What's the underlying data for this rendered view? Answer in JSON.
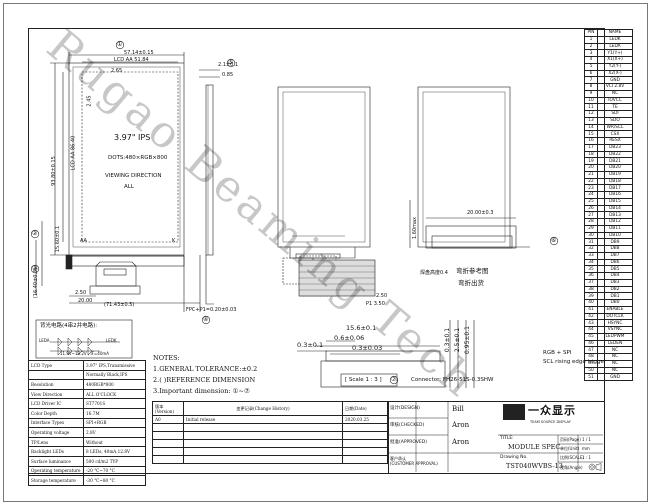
{
  "watermark": "Rugao Beaming Tech",
  "section_markers": {
    "m1": "①",
    "m2": "②",
    "m3": "③",
    "m4": "④",
    "m5": "⑤",
    "m6": "⑥",
    "m7": "⑦"
  },
  "front_view": {
    "dim_top_outer": "57.14±0.15",
    "dim_top_aa": "LCD AA 51.84",
    "dim_top_small": "2.65",
    "dim_left_height": "86.40",
    "dim_left_aa": "LCD AA 86.40",
    "dim_left_outer": "93.80±0.15",
    "dim_left_offset": "2.45",
    "dim_fpc_width": "15.60±0.1",
    "dim_fpc_total": "(16.40±0.3)",
    "dim_fpc_small": "2.50",
    "dim_fpc_pitch": "20.00",
    "dim_bottom_total": "(71.43±0.5)",
    "dim_fpc_pitch_total": "FPC+P1=0.20±0.03",
    "size_text": "3.97\" IPS",
    "resolution_text": "DOTS:480×RGB×800",
    "view_dir_1": "VIEWING DIRECTION",
    "view_dir_2": "ALL",
    "label_aa": "AA",
    "label_k": "K"
  },
  "side_view": {
    "dim_thick": "2.1±0.1",
    "dim_small": "0.85"
  },
  "rear_view": {
    "dim_width": "20.00±0.3",
    "dim_height": "1.60max",
    "note_bend": "弯折参考图",
    "note_bend2": "弯折出货",
    "note_height": "焊盘高度0.4",
    "dim_gap": "2.50",
    "dim_pitch": "P1 3.50"
  },
  "connector_detail": {
    "dim_a": "15.6±0.1",
    "dim_b": "0.6±0.06",
    "dim_c": "0.3±0.1",
    "dim_d": "0.3±0.03",
    "dim_v1": "0.3±0.1",
    "dim_v2": "2.5±0.1",
    "dim_v3": "0.95±0.1",
    "scale": "[ Scale 1 : 3 ]",
    "connector": "Connector: FH26-51S-0.3SHW"
  },
  "backlight": {
    "title": "背光电路(4串2并电路):",
    "anode": "LEDA",
    "cathode": "LEDK",
    "note": "11.9V~13.2V , IF=40mA"
  },
  "pin_table": {
    "header": [
      "PIN",
      "NAME"
    ],
    "rows": [
      [
        "1",
        "LEDK"
      ],
      [
        "2",
        "LEDA"
      ],
      [
        "3",
        "Y1(Y+)"
      ],
      [
        "4",
        "X1(X+)"
      ],
      [
        "5",
        "Y2(Y-)"
      ],
      [
        "6",
        "X2(X-)"
      ],
      [
        "7",
        "GND"
      ],
      [
        "8",
        "VCI 2.8V"
      ],
      [
        "9",
        "NC"
      ],
      [
        "10",
        "IOVCC"
      ],
      [
        "11",
        "TE"
      ],
      [
        "12",
        "SDI"
      ],
      [
        "13",
        "SDO"
      ],
      [
        "14",
        "WR/SCL"
      ],
      [
        "15",
        "CSX"
      ],
      [
        "16",
        "RESX"
      ],
      [
        "17",
        "DB23"
      ],
      [
        "18",
        "DB22"
      ],
      [
        "19",
        "DB21"
      ],
      [
        "20",
        "DB20"
      ],
      [
        "21",
        "DB19"
      ],
      [
        "22",
        "DB18"
      ],
      [
        "23",
        "DB17"
      ],
      [
        "24",
        "DB16"
      ],
      [
        "25",
        "DB15"
      ],
      [
        "26",
        "DB14"
      ],
      [
        "27",
        "DB13"
      ],
      [
        "28",
        "DB12"
      ],
      [
        "29",
        "DB11"
      ],
      [
        "30",
        "DB10"
      ],
      [
        "31",
        "DB9"
      ],
      [
        "32",
        "DB8"
      ],
      [
        "33",
        "DB7"
      ],
      [
        "34",
        "DB6"
      ],
      [
        "35",
        "DB5"
      ],
      [
        "36",
        "DB4"
      ],
      [
        "37",
        "DB3"
      ],
      [
        "38",
        "DB2"
      ],
      [
        "39",
        "DB1"
      ],
      [
        "40",
        "DB0"
      ],
      [
        "41",
        "ENABLE"
      ],
      [
        "42",
        "DOTCLK"
      ],
      [
        "43",
        "HSYNC"
      ],
      [
        "44",
        "VSYNC"
      ],
      [
        "45",
        "LEDPWM"
      ],
      [
        "46",
        "LEDEN"
      ],
      [
        "47",
        "NC"
      ],
      [
        "48",
        "NC"
      ],
      [
        "49",
        "NC"
      ],
      [
        "50",
        "NC"
      ],
      [
        "51",
        "GND"
      ]
    ]
  },
  "interface_note": {
    "line1": "RGB + SPI",
    "line2": "SCL rising edge trigger"
  },
  "spec_table": [
    [
      "LCD Type",
      "3.97\" IPS,Transmissive"
    ],
    [
      "",
      "Normally Black,IPS"
    ],
    [
      "Resolution",
      "480RGB*800"
    ],
    [
      "View Direction",
      "ALL O'CLOCK"
    ],
    [
      "LCD Driver IC",
      "ST7701S"
    ],
    [
      "Color Depth",
      "16.7M"
    ],
    [
      "Interface Types",
      "SPI+RGB"
    ],
    [
      "Operating voltage",
      "2.8V"
    ],
    [
      "TP/Lens",
      "Without"
    ],
    [
      "Backlight LEDs",
      "8 LEDs, 40mA,12.8V"
    ],
    [
      "Surface luminance",
      "500 cd/m2 TYP"
    ],
    [
      "Operating temperature",
      "-20 °C~70 °C"
    ],
    [
      "Storage temperature",
      "-30 °C~80 °C"
    ]
  ],
  "notes": {
    "title": "NOTES:",
    "n1": "1.GENERAL TOLERANCE:±0.2",
    "n2": "2.( )REFERENCE DIMENSION",
    "n3": "3.Important dimension: ①~⑦"
  },
  "revision": {
    "h_ver": "版本\n(Version)",
    "h_hist": "变更记录(Change History)",
    "h_date": "日期(Date)",
    "ver": "A0",
    "hist": "Initial release",
    "date": "2020.03.25"
  },
  "title_block": {
    "design_label": "设计(DESIGN)",
    "design_val": "Bill",
    "check_label": "审核(CHECKED)",
    "check_val": "Aron",
    "approve_label": "批准(APPROVED)",
    "approve_val": "Aron",
    "customer_label": "客户承认\n(CUSTOMER APPROVAL)",
    "company": "一众显示",
    "company_en": "TEAM SOURCE DISPLAY",
    "title_label": "TITLE:",
    "title_val": "MODULE SPEC",
    "drawing_label": "Drawing No.",
    "drawing_val": "TST040WVBS-13",
    "page_label": "页码(Page)",
    "page_val": "1 / 1",
    "unit_label": "单位(Unit)",
    "unit_val": "mm",
    "scale_label": "比例(SCALE)",
    "scale_val": "1 : 1",
    "angle_label": "视角(Angle)"
  }
}
